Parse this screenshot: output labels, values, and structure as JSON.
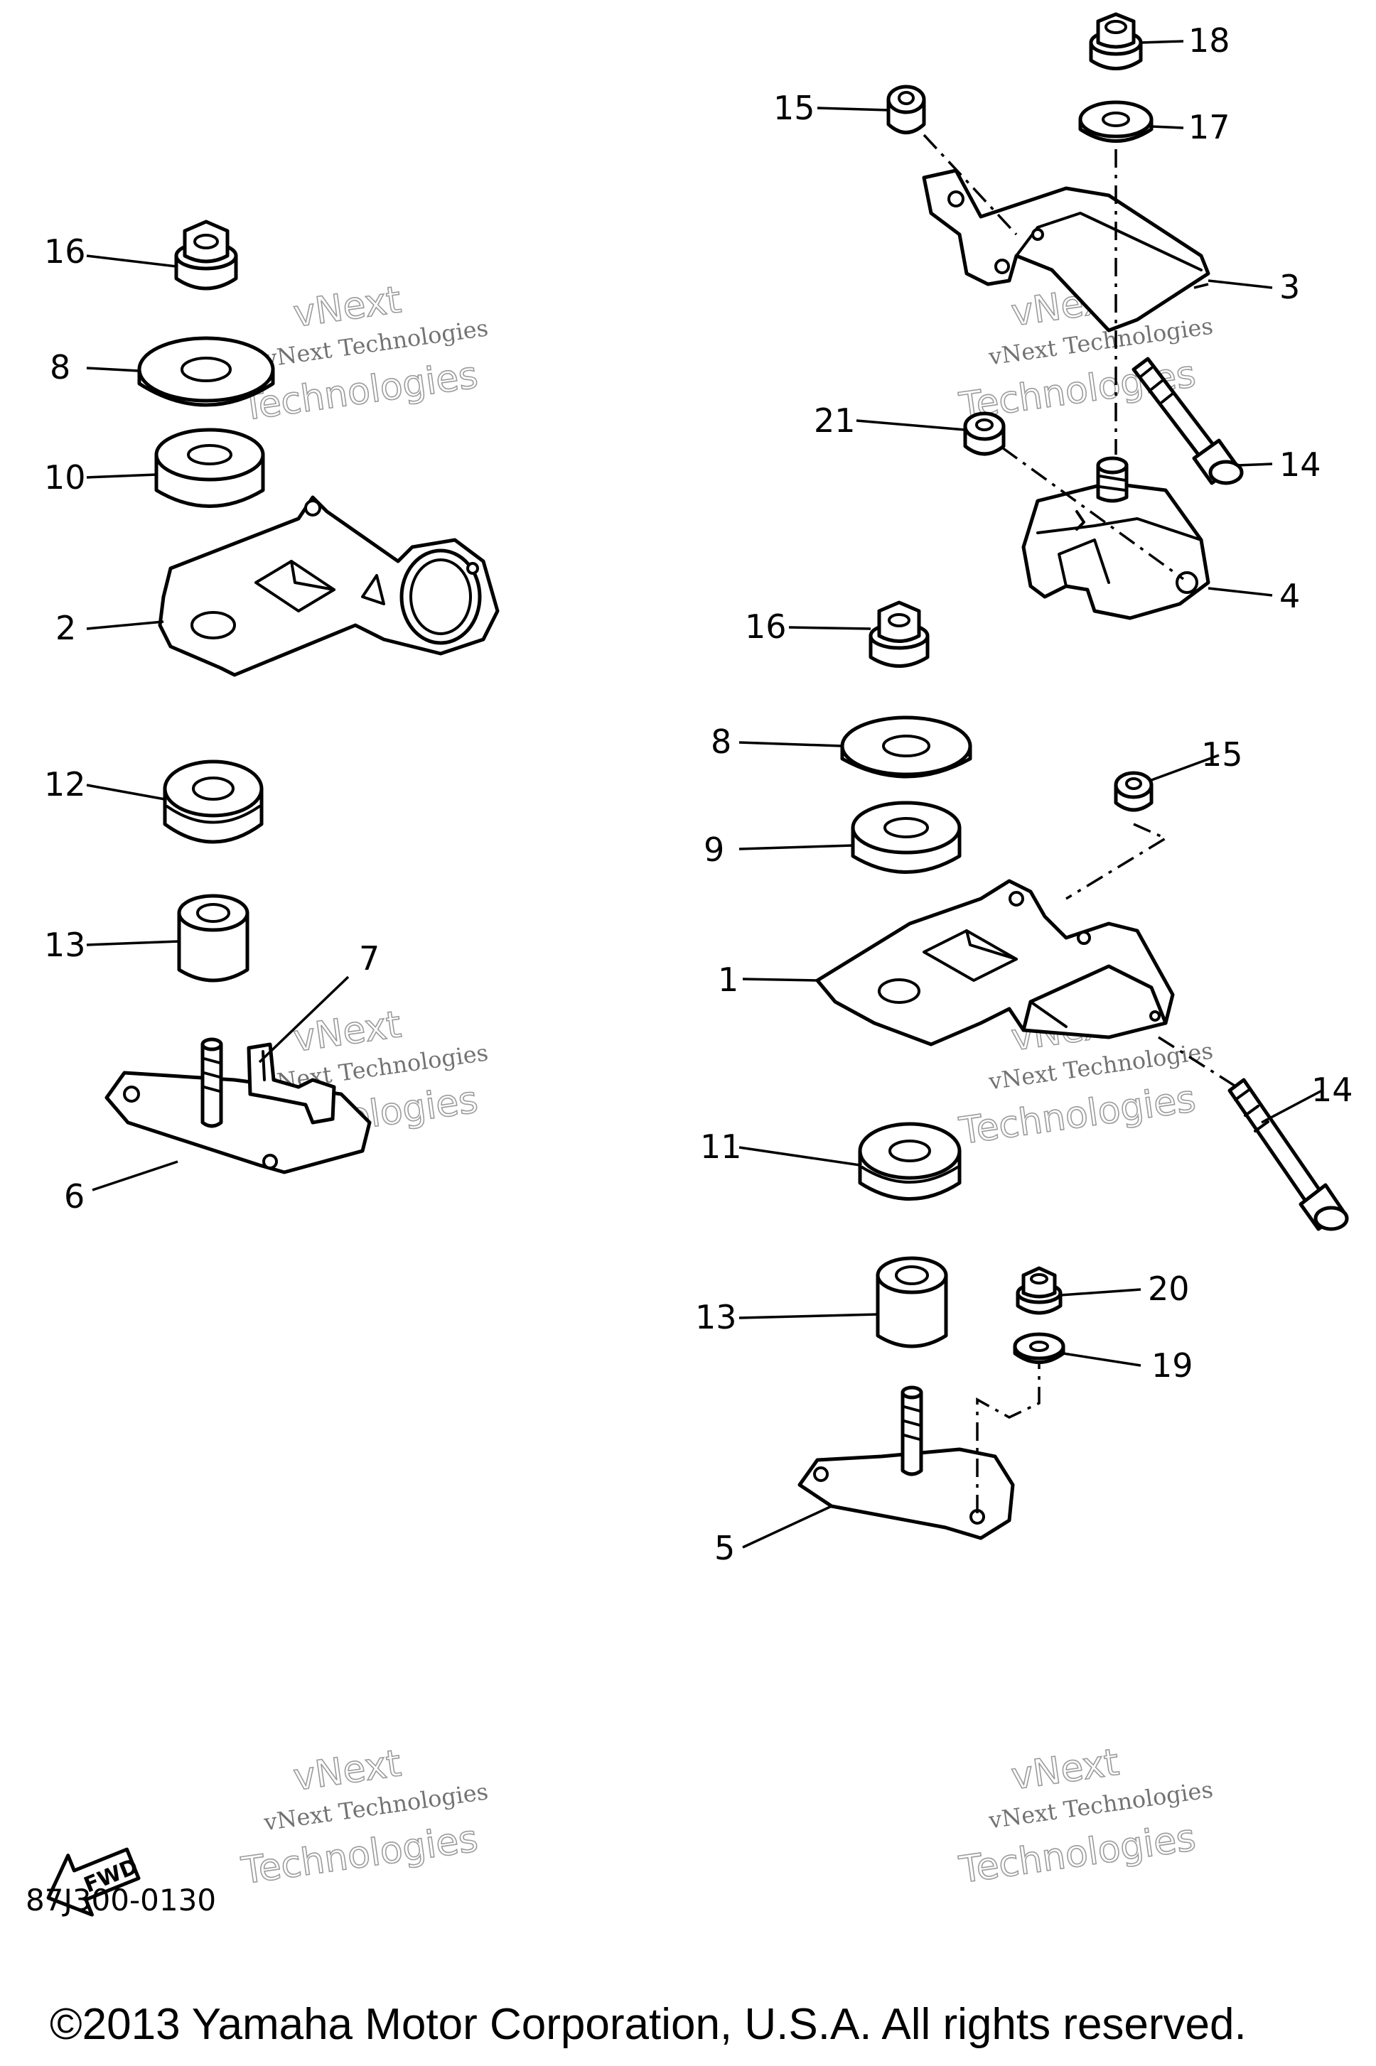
{
  "callouts": {
    "c1": "1",
    "c2": "2",
    "c3": "3",
    "c4": "4",
    "c5": "5",
    "c6": "6",
    "c7": "7",
    "c8a": "8",
    "c8b": "8",
    "c9": "9",
    "c10": "10",
    "c11": "11",
    "c12": "12",
    "c13a": "13",
    "c13b": "13",
    "c14a": "14",
    "c14b": "14",
    "c15a": "15",
    "c15b": "15",
    "c16a": "16",
    "c16b": "16",
    "c17": "17",
    "c18": "18",
    "c19": "19",
    "c20": "20",
    "c21": "21"
  },
  "watermark": {
    "line1": "vNext Technologies",
    "big_top": "vNext",
    "big_bottom": "Technologies"
  },
  "fwd_label": "FWD",
  "drawing_number": "87J300-0130",
  "copyright": "©2013 Yamaha Motor Corporation, U.S.A. All rights reserved."
}
